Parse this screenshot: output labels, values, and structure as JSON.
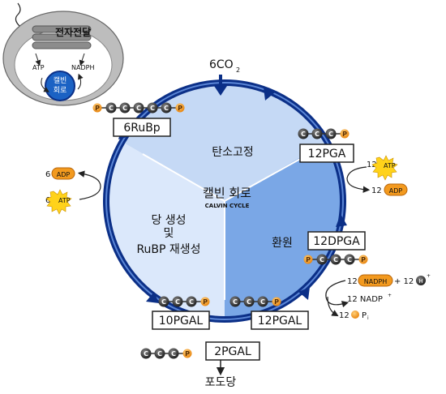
{
  "inset": {
    "label_etc": "전자전달",
    "label_atp": "ATP",
    "label_nadph": "NADPH",
    "label_calvin_1": "캘빈",
    "label_calvin_2": "회로"
  },
  "inputs": {
    "co2": "6CO",
    "co2_sub": "2"
  },
  "boxes": {
    "rubp": "6RuBp",
    "pga": "12PGA",
    "dpga": "12DPGA",
    "pgal12": "12PGAL",
    "pgal10": "10PGAL",
    "pgal2": "2PGAL"
  },
  "sectors": {
    "fixation": "탄소고정",
    "reduction": "환원",
    "regen_1": "당 생성",
    "regen_2": "및",
    "regen_3": "RuBP 재생성"
  },
  "center": {
    "title": "캘빈 회로",
    "subtitle": "CALVIN CYCLE"
  },
  "side": {
    "atp_in_count": "12",
    "atp_in_label": "ATP",
    "adp_out_count": "12",
    "adp_out_label": "ADP",
    "nadph_count": "12",
    "nadph_label": "NADPH",
    "plus": "+ 12",
    "h_label": "H",
    "h_sup": "+",
    "nadp_out": "12 NADP",
    "nadp_sup": "+",
    "pi_count": "12",
    "pi_label": "P",
    "pi_sub": "i",
    "regen_adp_count": "6",
    "regen_adp_label": "ADP",
    "regen_atp_count": "6",
    "regen_atp_label": "ATP"
  },
  "output": "포도당",
  "atom_c": "C",
  "atom_p": "P",
  "colors": {
    "ring": "#0b2f87",
    "ring_light": "#5b86d6",
    "sector_light": "#dbe8fb",
    "sector_mid": "#c5d9f5",
    "sector_dark": "#7aa7e6",
    "phosphate": "#f39a1f",
    "atp_burst": "#ffd21a",
    "carbon": "#2a2a2a"
  }
}
